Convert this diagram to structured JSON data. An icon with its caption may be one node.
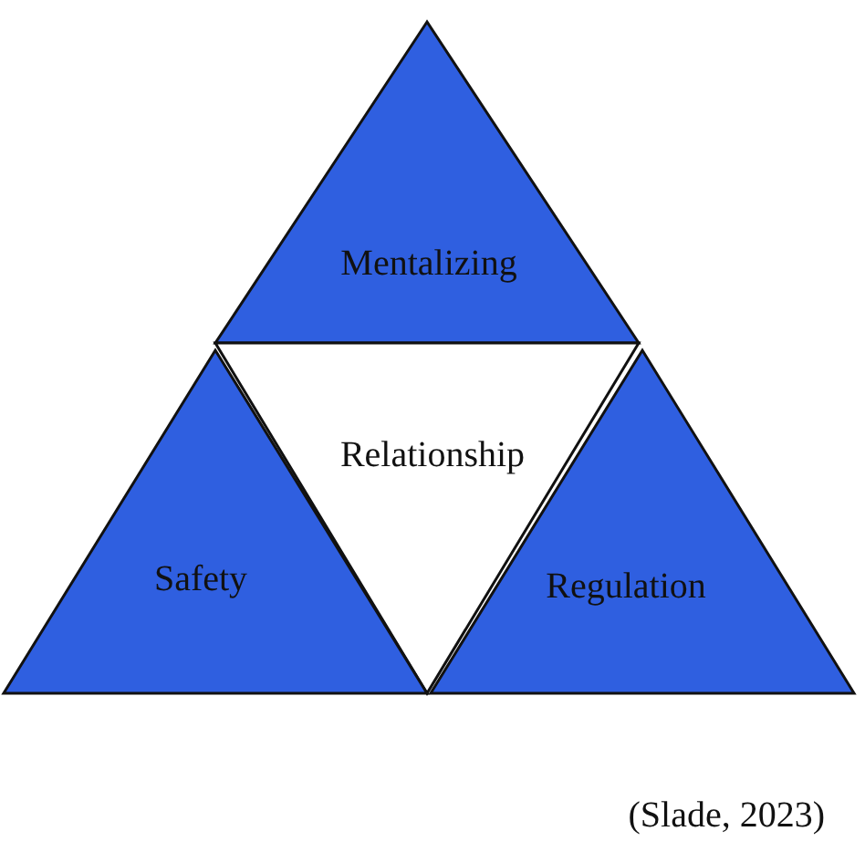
{
  "diagram": {
    "caption": "(Slade, 2023)",
    "nodes": [
      {
        "text": [
          "Mentalizing"
        ]
      },
      {
        "text": [
          "Relationship"
        ]
      },
      {
        "text": [
          "Safety"
        ]
      },
      {
        "text": [
          "Regulation"
        ]
      }
    ]
  }
}
